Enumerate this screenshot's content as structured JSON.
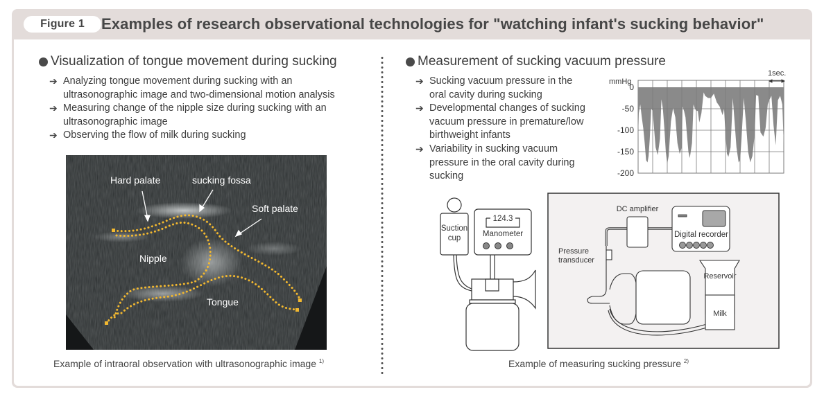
{
  "figure": {
    "label": "Figure 1",
    "title": "Examples of research observational technologies for \"watching infant's sucking behavior\""
  },
  "left_section": {
    "title": "Visualization of tongue movement during sucking",
    "bullets": [
      {
        "lines": [
          "Analyzing tongue movement during sucking with an",
          "ultrasonographic image and two-dimensional motion analysis"
        ]
      },
      {
        "lines": [
          "Measuring change of the nipple size during sucking with an",
          "ultrasonographic image"
        ]
      },
      {
        "lines": [
          "Observing the flow of milk during sucking"
        ]
      }
    ],
    "image_labels": {
      "hard_palate": "Hard palate",
      "sucking_fossa": "sucking fossa",
      "soft_palate": "Soft palate",
      "nipple": "Nipple",
      "tongue": "Tongue"
    },
    "caption": "Example of intraoral observation with ultrasonographic image",
    "caption_ref": "1)"
  },
  "right_section": {
    "title": "Measurement of sucking vacuum pressure",
    "bullets": [
      {
        "lines": [
          "Sucking vacuum pressure in the",
          "oral cavity during sucking"
        ]
      },
      {
        "lines": [
          "Developmental changes of sucking",
          "vacuum pressure in premature/low",
          "birthweight infants"
        ]
      },
      {
        "lines": [
          "Variability in sucking vacuum",
          "pressure in the oral cavity during",
          "sucking"
        ]
      }
    ],
    "left_device": {
      "suction_cup": [
        "Suction",
        "cup"
      ],
      "manometer_reading": "124.3",
      "manometer_label": "Manometer"
    },
    "right_device": {
      "dc_amplifier": "DC amplifier",
      "digital_recorder": "Digital recorder",
      "pressure_transducer": [
        "Pressure",
        "transducer"
      ],
      "reservoir": "Reservoir",
      "milk": "Milk"
    },
    "caption": "Example of measuring sucking pressure",
    "caption_ref": "2)"
  },
  "colors": {
    "frame": "#e3dcda",
    "text": "#3c3c3c",
    "dotted_trace": "#f2b830",
    "chart_fill": "#8a8a8a",
    "chart_grid": "#7a7a7a"
  },
  "chart_data": {
    "type": "area",
    "title": "",
    "ylabel": "mmHg",
    "xlabel": "",
    "scale_annotation": "1sec.",
    "ylim": [
      -200,
      0
    ],
    "yticks": [
      0,
      -50,
      -100,
      -150,
      -200
    ],
    "ytick_labels": [
      "0",
      "-50",
      "-100",
      "-150",
      "-200"
    ],
    "x_gridlines_seconds": 10,
    "xlim": [
      0,
      10
    ],
    "grid": true,
    "x": [
      0,
      0.05,
      0.15,
      0.25,
      0.35,
      0.45,
      0.55,
      0.65,
      0.72,
      0.8,
      0.9,
      1.0,
      1.08,
      1.2,
      1.35,
      1.5,
      1.6,
      1.7,
      1.8,
      1.9,
      2.0,
      2.1,
      2.25,
      2.4,
      2.55,
      2.7,
      2.85,
      3.0,
      3.05,
      3.15,
      3.25,
      3.35,
      3.45,
      3.55,
      3.7,
      3.8,
      3.9,
      4.0,
      4.1,
      4.2,
      4.35,
      4.5,
      4.6,
      4.8,
      5.0,
      5.2,
      5.4,
      5.6,
      5.8,
      5.9,
      6.0,
      6.1,
      6.2,
      6.35,
      6.5,
      6.6,
      6.75,
      6.9,
      7.0,
      7.1,
      7.25,
      7.4,
      7.55,
      7.7,
      7.85,
      8.0,
      8.1,
      8.25,
      8.4,
      8.6,
      8.75,
      8.9,
      9.0,
      9.15,
      9.3,
      9.45,
      9.6,
      9.75,
      9.9,
      10.0
    ],
    "values": [
      -120,
      -60,
      -40,
      -70,
      -95,
      -130,
      -170,
      -175,
      -160,
      -120,
      -50,
      -55,
      -90,
      -140,
      -158,
      -120,
      -28,
      -50,
      -95,
      -150,
      -178,
      -160,
      -80,
      -48,
      -70,
      -130,
      -155,
      -140,
      -45,
      -55,
      -70,
      -110,
      -150,
      -165,
      -130,
      -40,
      -50,
      -55,
      -55,
      -82,
      -60,
      -12,
      -20,
      -25,
      -25,
      -15,
      -35,
      -45,
      -65,
      -50,
      -110,
      -155,
      -162,
      -140,
      -25,
      -70,
      -140,
      -175,
      -170,
      -120,
      -25,
      -80,
      -150,
      -175,
      -160,
      -110,
      -18,
      -20,
      -105,
      -115,
      -95,
      -40,
      -30,
      -20,
      -90,
      -135,
      -30,
      -20,
      -40,
      -135
    ]
  }
}
